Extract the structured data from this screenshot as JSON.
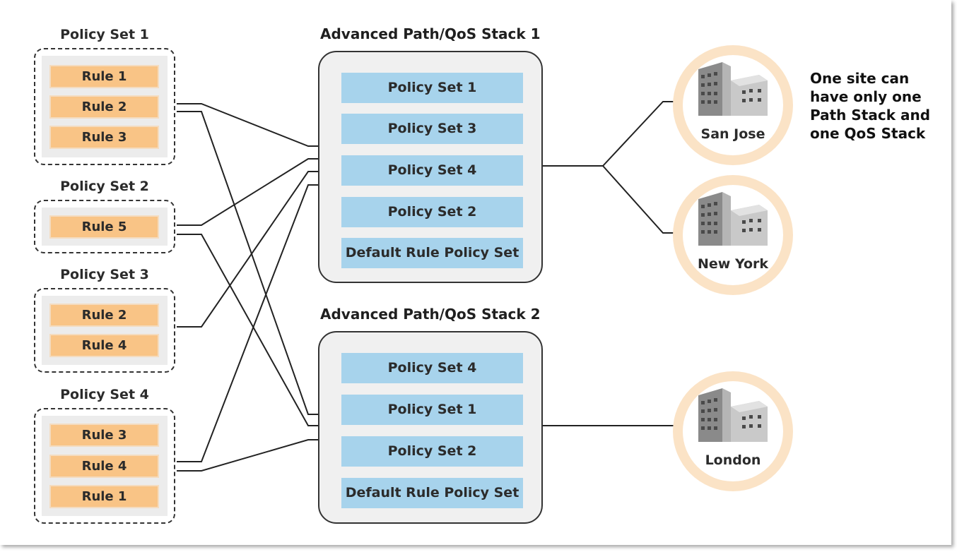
{
  "policy_sets": [
    {
      "title": "Policy Set 1",
      "rules": [
        "Rule 1",
        "Rule 2",
        "Rule 3"
      ]
    },
    {
      "title": "Policy Set 2",
      "rules": [
        "Rule 5"
      ]
    },
    {
      "title": "Policy Set 3",
      "rules": [
        "Rule 2",
        "Rule 4"
      ]
    },
    {
      "title": "Policy Set 4",
      "rules": [
        "Rule 3",
        "Rule 4",
        "Rule 1"
      ]
    }
  ],
  "stacks": [
    {
      "title": "Advanced Path/QoS Stack 1",
      "items": [
        "Policy Set 1",
        "Policy Set 3",
        "Policy Set 4",
        "Policy Set 2",
        "Default Rule Policy Set"
      ]
    },
    {
      "title": "Advanced Path/QoS Stack 2",
      "items": [
        "Policy Set 4",
        "Policy Set 1",
        "Policy Set 2",
        "Default Rule Policy Set"
      ]
    }
  ],
  "sites": [
    {
      "name": "San Jose",
      "icon": "building-icon"
    },
    {
      "name": "New York",
      "icon": "building-icon"
    },
    {
      "name": "London",
      "icon": "building-icon"
    }
  ],
  "note": {
    "lines": [
      "One site can",
      "have only one",
      "Path Stack and",
      "one QoS Stack"
    ]
  },
  "colors": {
    "rule_fill": "#f9c486",
    "stack_item_fill": "#a7d3ec",
    "site_ring": "#fbe3c6"
  }
}
